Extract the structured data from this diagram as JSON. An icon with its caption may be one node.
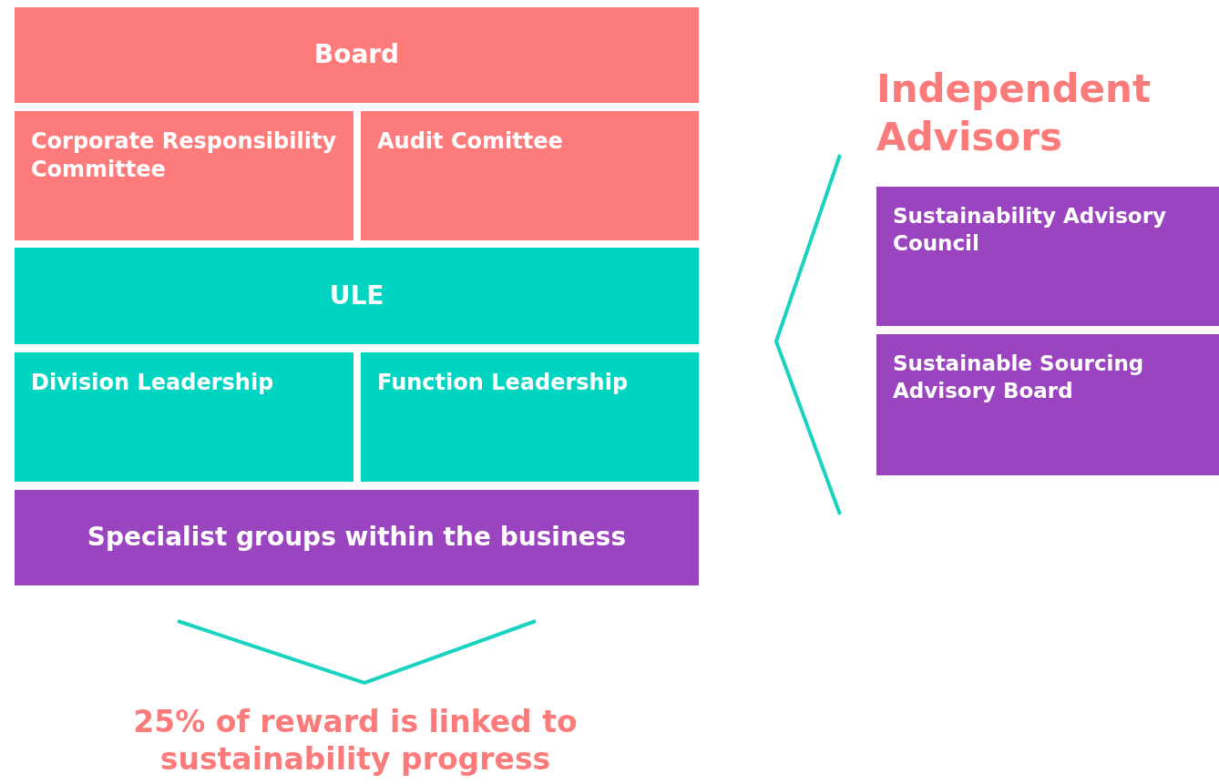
{
  "diagram": {
    "nodes": [
      {
        "text": [
          "Board"
        ]
      },
      {
        "text": [
          "Corporate Responsibility Committee"
        ]
      },
      {
        "text": [
          "Audit Comittee"
        ]
      },
      {
        "text": [
          "ULE"
        ]
      },
      {
        "text": [
          "Division Leadership"
        ]
      },
      {
        "text": [
          "Function Leadership"
        ]
      },
      {
        "text": [
          "Specialist groups within the business"
        ]
      },
      {
        "text": [
          "Sustainability Advisory Council"
        ]
      },
      {
        "text": [
          "Sustainable Sourcing Advisory Board"
        ]
      }
    ],
    "labels": [
      "Independent Advisors",
      "25% of reward is linked to sustainability progress"
    ]
  }
}
